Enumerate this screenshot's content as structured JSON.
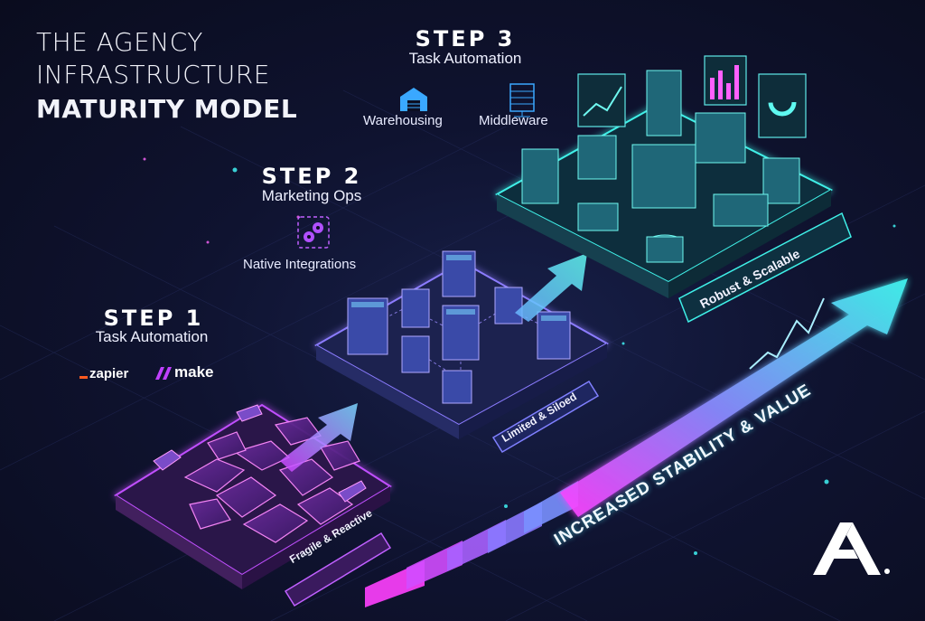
{
  "title": {
    "line1": "THE AGENCY",
    "line2": "INFRASTRUCTURE",
    "line3": "MATURITY MODEL"
  },
  "steps": [
    {
      "label": "STEP 1",
      "subtitle": "Task Automation",
      "tools": [
        "zapier",
        "make"
      ],
      "tag": "Fragile & Reactive"
    },
    {
      "label": "STEP 2",
      "subtitle": "Marketing Ops",
      "tools": [
        "Native Integrations"
      ],
      "tag": "Limited & Siloed"
    },
    {
      "label": "STEP 3",
      "subtitle": "Task Automation",
      "tools": [
        "Warehousing",
        "Middleware"
      ],
      "tag": "Robust & Scalable"
    }
  ],
  "arrow_label": "INCREASED STABILITY & VALUE",
  "colors": {
    "magenta": "#e040ff",
    "cyan": "#3ff0e8",
    "background": "#0c0e22"
  },
  "icons": [
    "gears-icon",
    "warehouse-icon",
    "server-rack-icon",
    "company-logo-icon"
  ]
}
